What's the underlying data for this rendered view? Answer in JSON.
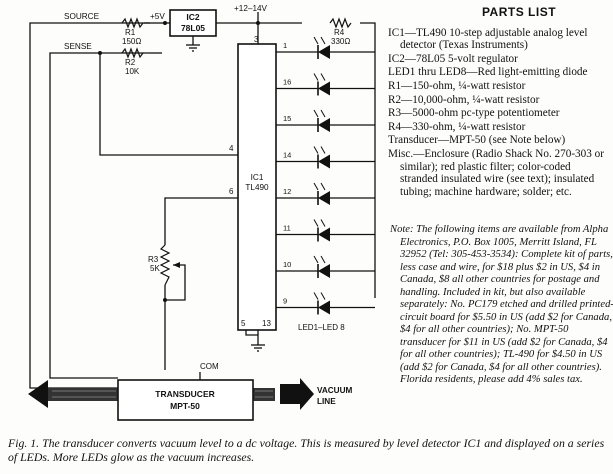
{
  "schematic": {
    "labels": {
      "source": "SOURCE",
      "sense": "SENSE",
      "plus5v": "+5V",
      "supply": "+12–14V",
      "r1_name": "R1",
      "r1_value": "150Ω",
      "r2_name": "R2",
      "r2_value": "10K",
      "r3_name": "R3",
      "r3_value": "5K",
      "r4_name": "R4",
      "r4_value": "330Ω",
      "ic2_name": "IC2",
      "ic2_part": "78L05",
      "ic1_name": "IC1",
      "ic1_part": "TL490",
      "led_label": "LED1–LED 8",
      "com": "COM",
      "transducer_name": "TRANSDUCER",
      "transducer_part": "MPT-50",
      "vacuum": "VACUUM",
      "line": "LINE"
    },
    "pins": {
      "top": "3",
      "left_upper": "4",
      "left_lower": "6",
      "bottom_left": "5",
      "bottom_right": "13",
      "right": [
        "1",
        "16",
        "15",
        "14",
        "12",
        "11",
        "10",
        "9"
      ]
    }
  },
  "parts_list": {
    "title": "PARTS LIST",
    "items": [
      "IC1—TL490 10-step adjustable analog level detector (Texas Instruments)",
      "IC2—78L05 5-volt regulator",
      "LED1 thru LED8—Red light-emitting diode",
      "R1—150-ohm, ¼-watt resistor",
      "R2—10,000-ohm, ¼-watt resistor",
      "R3—5000-ohm pc-type potentiometer",
      "R4—330-ohm, ¼-watt resistor",
      "Transducer—MPT-50 (see Note below)",
      "Misc.—Enclosure (Radio Shack No. 270-303 or similar); red plastic filter; color-coded stranded insulated wire (see text); insulated tubing; machine hardware; solder; etc."
    ],
    "note": "Note: The following items are available from Alpha Electronics, P.O. Box 1005, Merritt Island, FL 32952 (Tel: 305-453-3534): Complete kit of parts, less case and wire, for $18 plus $2 in US, $4 in Canada, $8 all other countries for postage and handling. Included in kit, but also available separately: No. PC179 etched and drilled printed-circuit board for $5.50 in US (add $2 for Canada, $4 for all other countries); No. MPT-50 transducer for $11 in US (add $2 for Canada, $4 for all other countries); TL-490 for $4.50 in US (add $2 for Canada, $4 for all other countries). Florida residents, please add 4% sales tax."
  },
  "caption": "Fig. 1. The transducer converts vacuum level to a dc voltage. This is measured by level detector IC1 and displayed on a series of LEDs. More LEDs glow as the vacuum increases."
}
